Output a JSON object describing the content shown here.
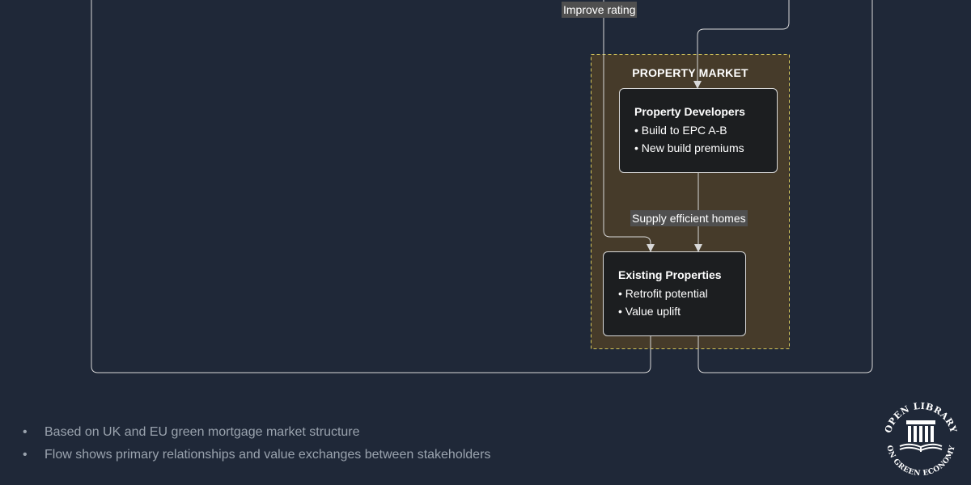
{
  "cluster": {
    "title": "PROPERTY MARKET"
  },
  "nodes": {
    "developers": {
      "title": "Property Developers",
      "items": [
        "Build to EPC A-B",
        "New build premiums"
      ]
    },
    "existing": {
      "title": "Existing Properties",
      "items": [
        "Retrofit potential",
        "Value uplift"
      ]
    }
  },
  "edges": {
    "improve_rating": "Improve rating",
    "supply_homes": "Supply efficient homes"
  },
  "notes": [
    "Based on UK and EU green mortgage market structure",
    "Flow shows primary relationships and value exchanges between stakeholders"
  ],
  "logo": {
    "text_top": "OPEN LIBRARY",
    "text_bottom": "ON GREEN ECONOMY"
  },
  "colors": {
    "background": "#1f2838",
    "cluster_fill": "#463b2a",
    "cluster_border": "#d6c65a",
    "node_fill": "#1c1e20",
    "edge": "#d8d8d8",
    "label_bg": "#4f4f4f",
    "note_text": "#9aa3ae"
  }
}
